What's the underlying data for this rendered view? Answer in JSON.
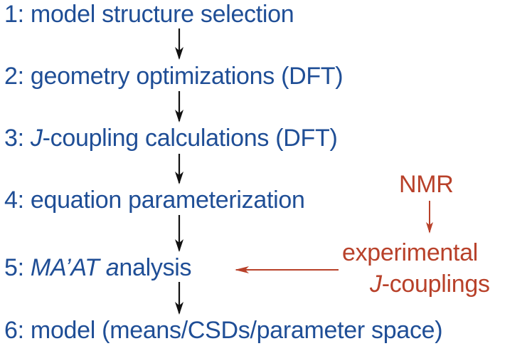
{
  "steps": [
    {
      "num": "1:",
      "pre": "model structure selection",
      "it": "",
      "post": ""
    },
    {
      "num": "2:",
      "pre": "geometry optimizations (DFT)",
      "it": "",
      "post": ""
    },
    {
      "num": "3:",
      "pre": "",
      "it": "J",
      "post": "-coupling calculations (DFT)"
    },
    {
      "num": "4:",
      "pre": "equation parameterization",
      "it": "",
      "post": ""
    },
    {
      "num": "5:",
      "pre": "",
      "it": "MA’AT a",
      "post": "nalysis"
    },
    {
      "num": "6:",
      "pre": "model (means/CSDs/parameter space)",
      "it": "",
      "post": ""
    }
  ],
  "side": {
    "nmr": "NMR",
    "exp_line1": "experimental",
    "exp_line2_it": "J",
    "exp_line2_rest": "-couplings"
  },
  "colors": {
    "step_text": "#1f4e96",
    "side_text": "#b8412a",
    "flow_arrow": "#111111",
    "side_arrow": "#b8412a"
  }
}
